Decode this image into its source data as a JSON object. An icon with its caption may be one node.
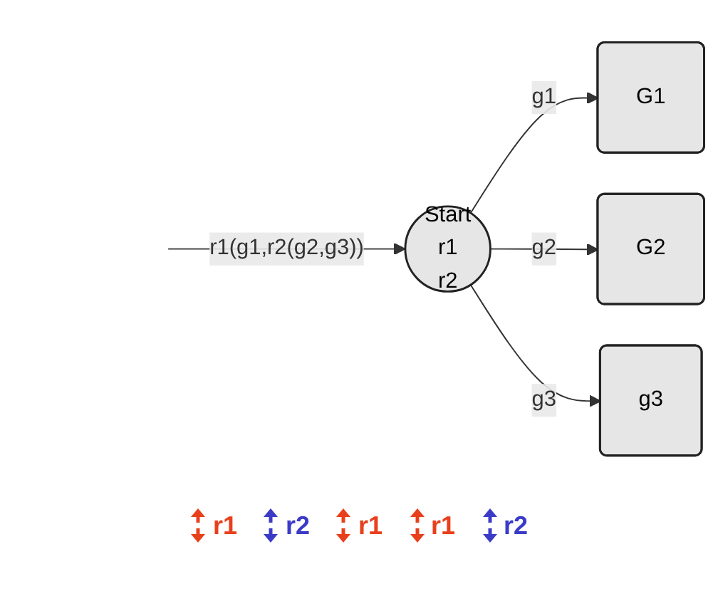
{
  "diagram": {
    "nodes": [
      {
        "text": [
          "G1"
        ]
      },
      {
        "text": [
          "Start",
          "r1",
          "r2"
        ]
      },
      {
        "text": [
          "G2"
        ]
      },
      {
        "text": [
          "g3"
        ]
      }
    ],
    "edges": [
      {
        "from": null,
        "to": 1,
        "arrow": "to",
        "label": "r1(g1,r2(g2,g3))"
      },
      {
        "from": 1,
        "to": 0,
        "arrow": "to",
        "label": "g1"
      },
      {
        "from": 1,
        "to": 2,
        "arrow": "to",
        "label": "g2"
      },
      {
        "from": 1,
        "to": 3,
        "arrow": "to",
        "label": "g3"
      }
    ],
    "labels": [
      "r1",
      "r2",
      "r1",
      "r1",
      "r2"
    ]
  }
}
